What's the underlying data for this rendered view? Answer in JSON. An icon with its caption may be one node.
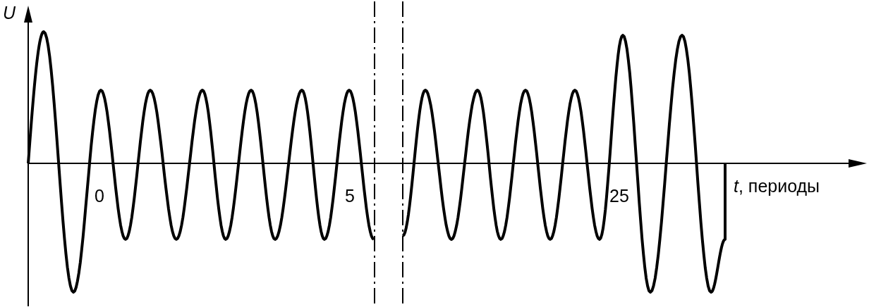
{
  "diagram": {
    "labels": [
      "U",
      "0",
      "5",
      "25",
      "*t*, периоды"
    ]
  }
}
